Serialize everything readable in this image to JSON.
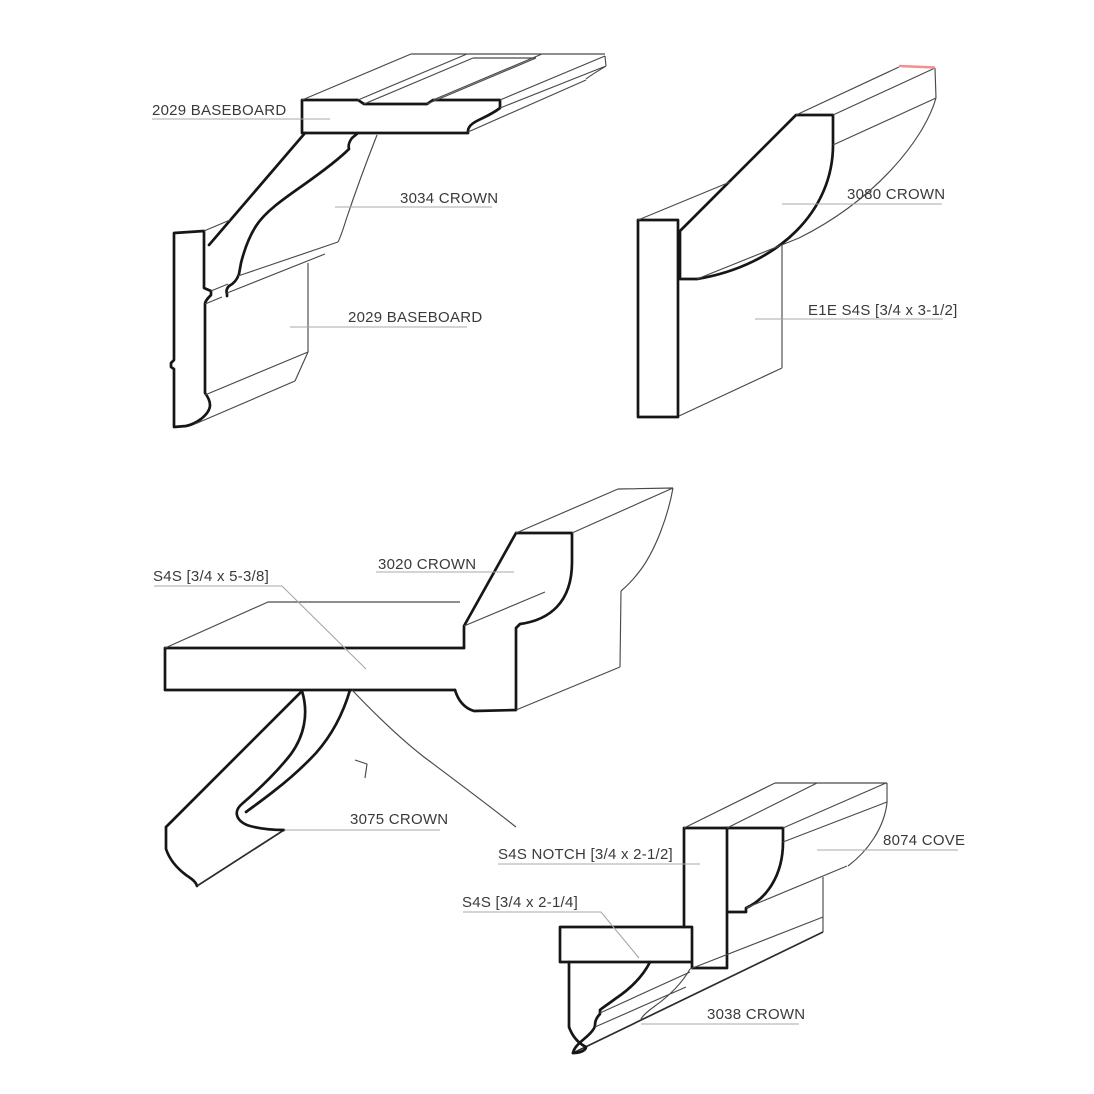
{
  "colors": {
    "highlight_red": "#f09090",
    "line_dark": "#161616",
    "leader_gray": "#a8a8a8"
  },
  "diagrams": [
    {
      "id": "top-left-buildup",
      "description": "crown build-up with flat baseboard cap, crown and vertical baseboard",
      "labels": [
        {
          "part_label": "2029 BASEBOARD"
        },
        {
          "part_label": "3034 CROWN"
        },
        {
          "part_label": "2029 BASEBOARD"
        }
      ]
    },
    {
      "id": "top-right-buildup",
      "description": "crown over eased-one-edge flat stock",
      "labels": [
        {
          "part_label": "3080 CROWN"
        },
        {
          "part_label": "E1E S4S [3/4 x 3-1/2]"
        }
      ]
    },
    {
      "id": "middle-left-buildup",
      "description": "shelf board with upper crown and large lower crown",
      "labels": [
        {
          "part_label": "S4S [3/4 x 5-3/8]"
        },
        {
          "part_label": "3020 CROWN"
        },
        {
          "part_label": "3075 CROWN"
        }
      ]
    },
    {
      "id": "bottom-right-buildup",
      "description": "notched stock with cove, flat stock and lower crown",
      "labels": [
        {
          "part_label": "S4S NOTCH [3/4 x 2-1/2]"
        },
        {
          "part_label": "8074 COVE"
        },
        {
          "part_label": "S4S [3/4 x 2-1/4]"
        },
        {
          "part_label": "3038 CROWN"
        }
      ]
    }
  ]
}
